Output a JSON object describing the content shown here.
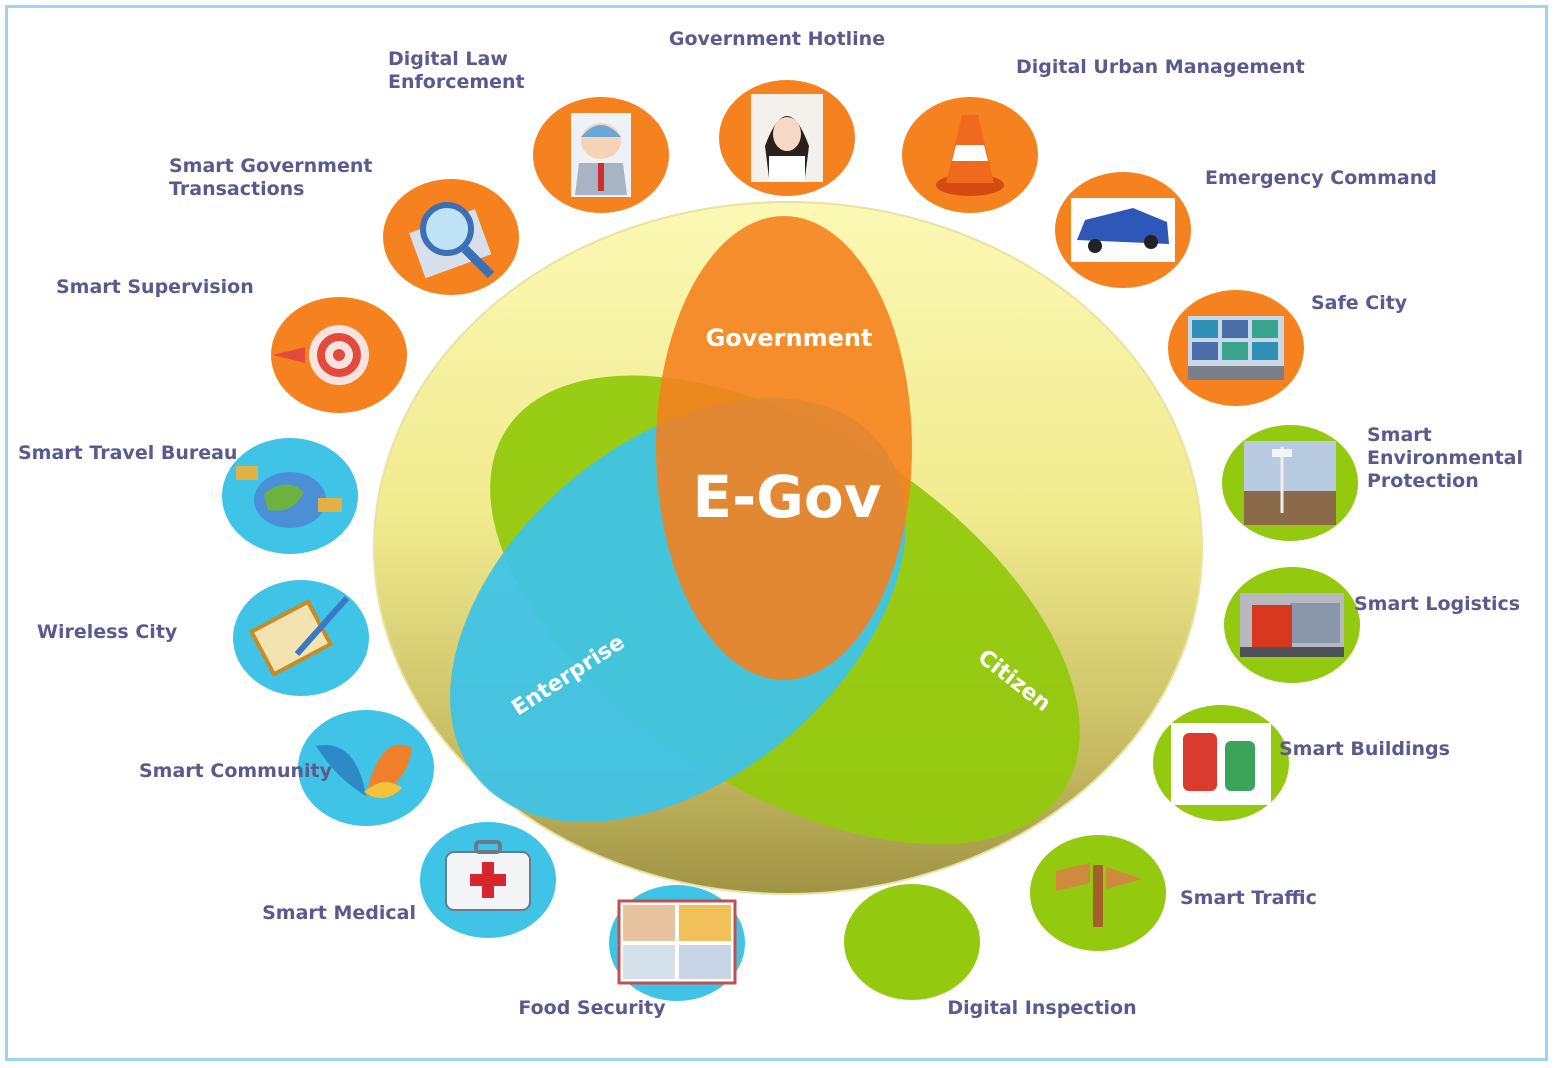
{
  "diagram": {
    "center": "E-Gov",
    "sectors": {
      "government": "Government",
      "enterprise": "Enterprise",
      "citizen": "Citizen"
    },
    "colors": {
      "government": "#f5821f",
      "enterprise": "#3fc3e6",
      "citizen": "#93c90e",
      "outer": "#f4f19a",
      "label_text": "#5b5a8e",
      "border": "#9ed3f1"
    },
    "services": [
      {
        "label_lines": [
          "Government Hotline"
        ],
        "icon": "call-center-agent-icon",
        "group": "government"
      },
      {
        "label_lines": [
          "Digital  Urban Management"
        ],
        "icon": "traffic-cone-icon",
        "group": "government"
      },
      {
        "label_lines": [
          "Emergency Command"
        ],
        "icon": "police-car-icon",
        "group": "government"
      },
      {
        "label_lines": [
          "Safe City"
        ],
        "icon": "video-wall-icon",
        "group": "government"
      },
      {
        "label_lines": [
          "Smart",
          "Environmental",
          "Protection"
        ],
        "icon": "weather-station-icon",
        "group": "citizen"
      },
      {
        "label_lines": [
          "Smart Logistics"
        ],
        "icon": "truck-icon",
        "group": "citizen"
      },
      {
        "label_lines": [
          "Smart Buildings"
        ],
        "icon": "mailbox-icon",
        "group": "citizen"
      },
      {
        "label_lines": [
          "Smart Traffic"
        ],
        "icon": "signpost-icon",
        "group": "citizen"
      },
      {
        "label_lines": [
          "Digital  Inspection"
        ],
        "icon": "",
        "group": "citizen"
      },
      {
        "label_lines": [
          "Food  Security"
        ],
        "icon": "food-photos-icon",
        "group": "enterprise"
      },
      {
        "label_lines": [
          "Smart Medical"
        ],
        "icon": "first-aid-kit-icon",
        "group": "enterprise"
      },
      {
        "label_lines": [
          "Smart Community"
        ],
        "icon": "butterfly-icon",
        "group": "enterprise"
      },
      {
        "label_lines": [
          "Wireless City"
        ],
        "icon": "clipboard-icon",
        "group": "enterprise"
      },
      {
        "label_lines": [
          "Smart Travel Bureau"
        ],
        "icon": "globe-icon",
        "group": "enterprise"
      },
      {
        "label_lines": [
          "Smart Supervision"
        ],
        "icon": "target-icon",
        "group": "government"
      },
      {
        "label_lines": [
          "Smart Government",
          "Transactions"
        ],
        "icon": "magnifier-icon",
        "group": "government"
      },
      {
        "label_lines": [
          "Digital  Law",
          "Enforcement"
        ],
        "icon": "officer-icon",
        "group": "government"
      }
    ]
  }
}
